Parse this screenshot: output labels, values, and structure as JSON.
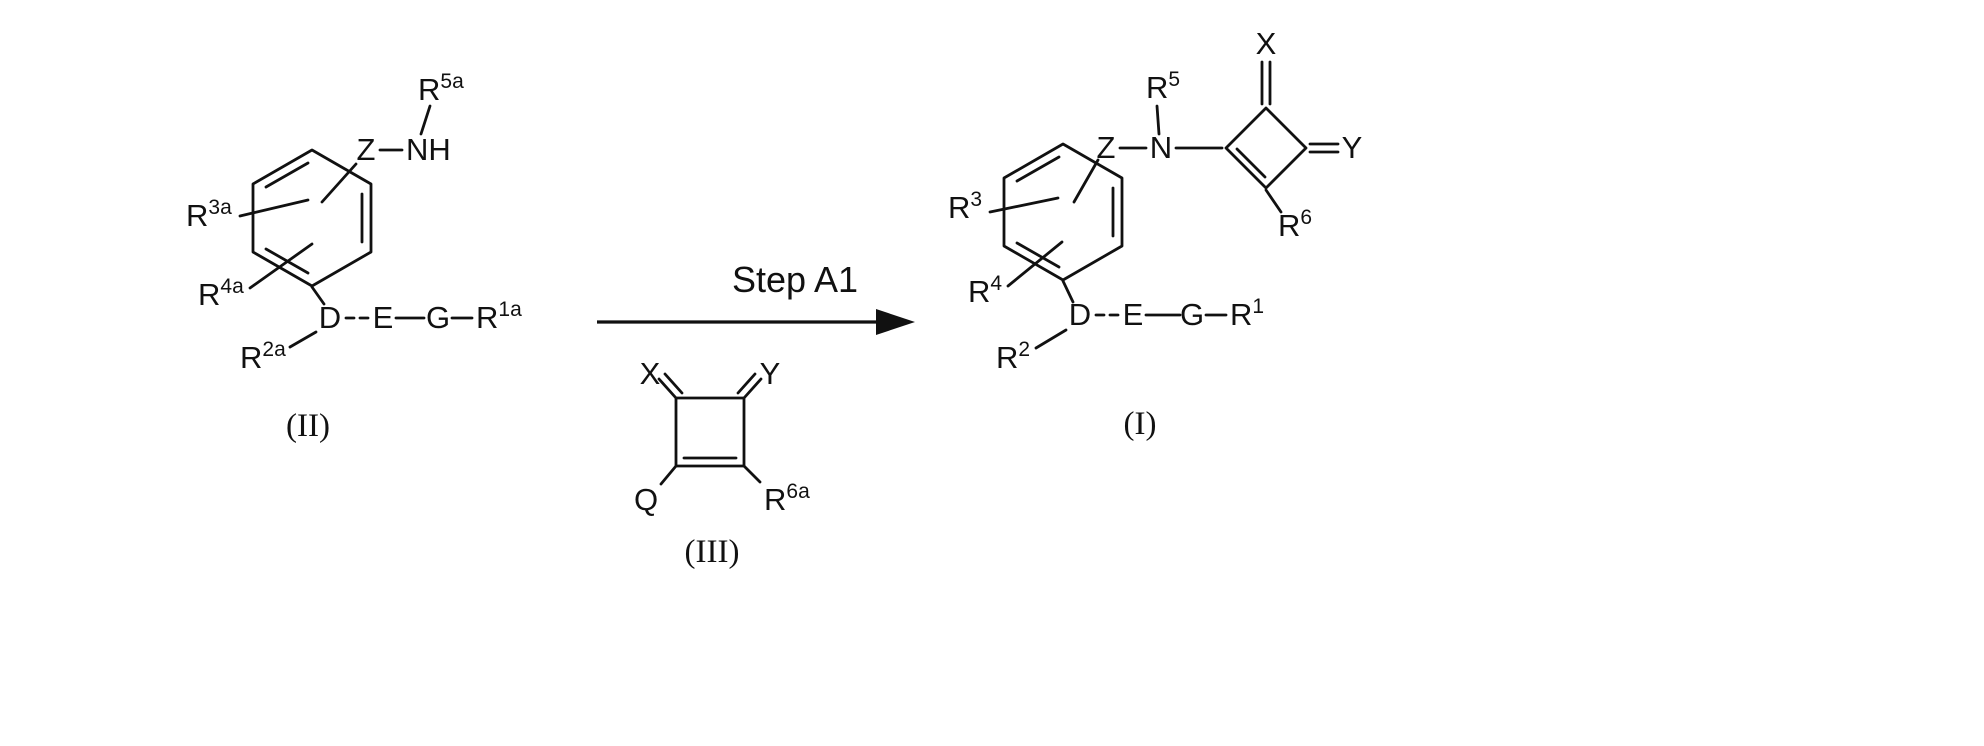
{
  "scheme": {
    "step_label": "Step A1",
    "reactant_id": "(II)",
    "reagent_id": "(III)",
    "product_id": "(I)"
  },
  "reactant": {
    "labels": {
      "r5a": {
        "base": "R",
        "sup": "5a"
      },
      "z": "Z",
      "nh": "NH",
      "r3a": {
        "base": "R",
        "sup": "3a"
      },
      "r4a": {
        "base": "R",
        "sup": "4a"
      },
      "r2a": {
        "base": "R",
        "sup": "2a"
      },
      "d": "D",
      "e": "E",
      "g": "G",
      "r1a": {
        "base": "R",
        "sup": "1a"
      }
    }
  },
  "reagent": {
    "labels": {
      "x": "X",
      "y": "Y",
      "q": "Q",
      "r6a": {
        "base": "R",
        "sup": "6a"
      }
    }
  },
  "product": {
    "labels": {
      "x": "X",
      "y": "Y",
      "z": "Z",
      "n": "N",
      "r5": {
        "base": "R",
        "sup": "5"
      },
      "r3": {
        "base": "R",
        "sup": "3"
      },
      "r4": {
        "base": "R",
        "sup": "4"
      },
      "r6": {
        "base": "R",
        "sup": "6"
      },
      "r2": {
        "base": "R",
        "sup": "2"
      },
      "d": "D",
      "e": "E",
      "g": "G",
      "r1": {
        "base": "R",
        "sup": "1"
      }
    }
  },
  "colors": {
    "ink": "#111111",
    "background": "#ffffff"
  }
}
